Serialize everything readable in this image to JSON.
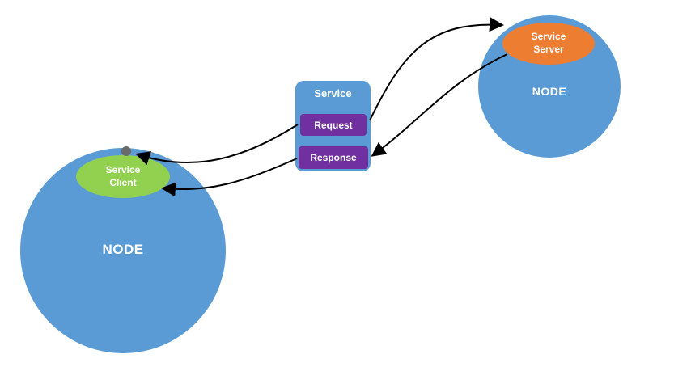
{
  "colors": {
    "background": "#ffffff",
    "node_fill": "#5b9bd5",
    "client_fill": "#92d050",
    "server_fill": "#ed7d31",
    "service_box_fill": "#5b9bd5",
    "request_fill": "#7030a0",
    "arrow": "#000000",
    "dot": "#6a6a6a"
  },
  "left_node": {
    "label": "NODE",
    "client_line1": "Service",
    "client_line2": "Client"
  },
  "right_node": {
    "label": "NODE",
    "server_line1": "Service",
    "server_line2": "Server"
  },
  "service": {
    "title": "Service",
    "request": "Request",
    "response": "Response"
  }
}
